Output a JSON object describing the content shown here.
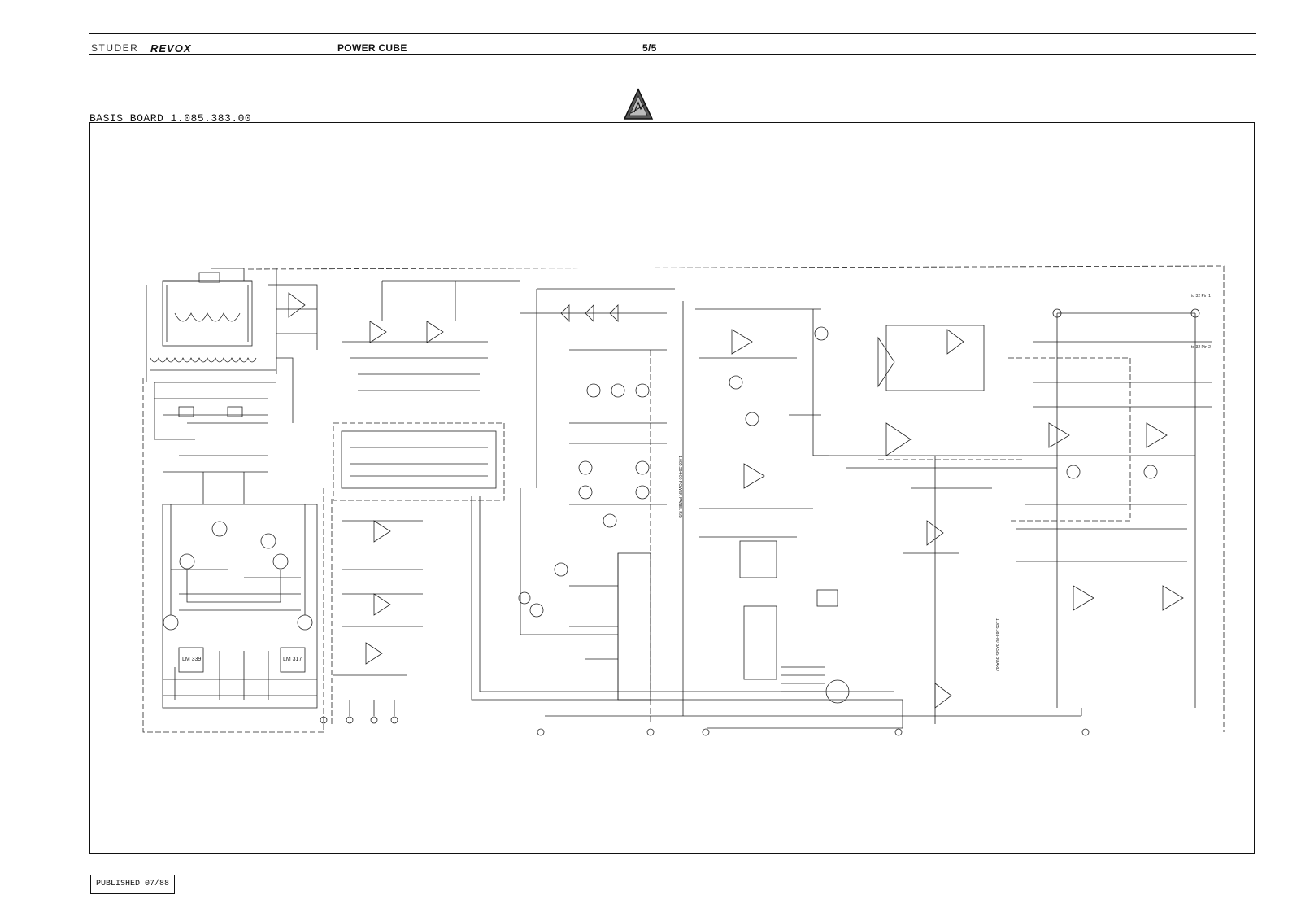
{
  "header": {
    "brand_studer": "STUDER",
    "brand_revox": "REVOX",
    "product": "POWER CUBE",
    "page": "5/5"
  },
  "board": {
    "title": "BASIS BOARD  1.085.383.00"
  },
  "footer": {
    "published": "PUBLISHED 07/88"
  },
  "annotations": {
    "board_ref_1": "1.085.384-00 POWER PANEL R/B",
    "board_ref_2": "1.085.383-00 BASIS BOARD",
    "psu_label_1": "to 32 Pin 1",
    "psu_label_2": "to 32 Pin 2",
    "ic_lm339": "LM 339",
    "ic_lm317": "LM 317"
  },
  "icons": {
    "esd_warning": "esd-warning-icon"
  }
}
